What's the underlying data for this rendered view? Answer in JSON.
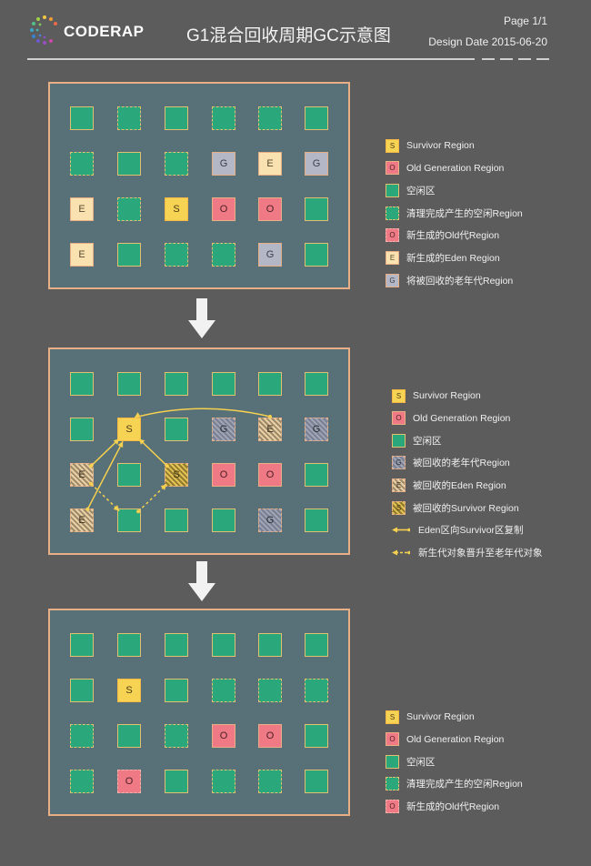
{
  "header": {
    "logo_text": "CODERAP",
    "title": "G1混合回收周期GC示意图",
    "page": "Page 1/1",
    "design_date": "Design Date 2015-06-20"
  },
  "colors": {
    "background": "#5c5c5c",
    "panel": "#587077",
    "panel_border": "#e8ae86",
    "free_region": "#2aa77b",
    "survivor": "#f7d354",
    "old": "#ef7a86",
    "eden": "#f9e2b0",
    "to_collect_old": "#b3b7c6",
    "arrow": "#f6d14f"
  },
  "diagrams": [
    {
      "name": "before",
      "grid": [
        [
          {
            "t": "green",
            "l": ""
          },
          {
            "t": "free",
            "l": ""
          },
          {
            "t": "green",
            "l": ""
          },
          {
            "t": "free",
            "l": ""
          },
          {
            "t": "free",
            "l": ""
          },
          {
            "t": "green",
            "l": ""
          }
        ],
        [
          {
            "t": "free",
            "l": ""
          },
          {
            "t": "green",
            "l": ""
          },
          {
            "t": "free",
            "l": ""
          },
          {
            "t": "g",
            "l": "G"
          },
          {
            "t": "e",
            "l": "E"
          },
          {
            "t": "g",
            "l": "G"
          }
        ],
        [
          {
            "t": "e",
            "l": "E"
          },
          {
            "t": "free",
            "l": ""
          },
          {
            "t": "s",
            "l": "S"
          },
          {
            "t": "o",
            "l": "O"
          },
          {
            "t": "o",
            "l": "O"
          },
          {
            "t": "green",
            "l": ""
          }
        ],
        [
          {
            "t": "e",
            "l": "E"
          },
          {
            "t": "green",
            "l": ""
          },
          {
            "t": "free",
            "l": ""
          },
          {
            "t": "free",
            "l": ""
          },
          {
            "t": "g",
            "l": "G"
          },
          {
            "t": "green",
            "l": ""
          }
        ]
      ],
      "legend": [
        {
          "type": "s",
          "letter": "S",
          "label": "Survivor Region"
        },
        {
          "type": "o",
          "letter": "O",
          "label": "Old Generation Region"
        },
        {
          "type": "green",
          "letter": "",
          "label": "空闲区"
        },
        {
          "type": "free",
          "letter": "",
          "label": "清理完成产生的空闲Region"
        },
        {
          "type": "o-new",
          "letter": "O",
          "label": "新生成的Old代Region"
        },
        {
          "type": "e",
          "letter": "E",
          "label": "新生成的Eden Region"
        },
        {
          "type": "g",
          "letter": "G",
          "label": "将被回收的老年代Region"
        }
      ]
    },
    {
      "name": "during",
      "grid": [
        [
          {
            "t": "green",
            "l": ""
          },
          {
            "t": "green",
            "l": ""
          },
          {
            "t": "green",
            "l": ""
          },
          {
            "t": "green",
            "l": ""
          },
          {
            "t": "green",
            "l": ""
          },
          {
            "t": "green",
            "l": ""
          }
        ],
        [
          {
            "t": "green",
            "l": ""
          },
          {
            "t": "s",
            "l": "S"
          },
          {
            "t": "green",
            "l": ""
          },
          {
            "t": "hatch-g",
            "l": "G"
          },
          {
            "t": "hatch-e",
            "l": "E"
          },
          {
            "t": "hatch-g",
            "l": "G"
          }
        ],
        [
          {
            "t": "hatch-e",
            "l": "E"
          },
          {
            "t": "green",
            "l": ""
          },
          {
            "t": "hatch-s",
            "l": "S"
          },
          {
            "t": "o",
            "l": "O"
          },
          {
            "t": "o",
            "l": "O"
          },
          {
            "t": "green",
            "l": ""
          }
        ],
        [
          {
            "t": "hatch-e",
            "l": "E"
          },
          {
            "t": "green",
            "l": ""
          },
          {
            "t": "green",
            "l": ""
          },
          {
            "t": "green",
            "l": ""
          },
          {
            "t": "hatch-g",
            "l": "G"
          },
          {
            "t": "green",
            "l": ""
          }
        ]
      ],
      "legend": [
        {
          "type": "s",
          "letter": "S",
          "label": "Survivor Region"
        },
        {
          "type": "o",
          "letter": "O",
          "label": "Old Generation Region"
        },
        {
          "type": "green",
          "letter": "",
          "label": "空闲区"
        },
        {
          "type": "hatch-g",
          "letter": "G",
          "label": "被回收的老年代Region"
        },
        {
          "type": "hatch-e",
          "letter": "E",
          "label": "被回收的Eden Region"
        },
        {
          "type": "hatch-s",
          "letter": "S",
          "label": "被回收的Survivor Region"
        },
        {
          "type": "arrow-solid",
          "letter": "",
          "label": "Eden区向Survivor区复制"
        },
        {
          "type": "arrow-dashed",
          "letter": "",
          "label": "新生代对象晋升至老年代对象"
        }
      ]
    },
    {
      "name": "after",
      "grid": [
        [
          {
            "t": "green",
            "l": ""
          },
          {
            "t": "green",
            "l": ""
          },
          {
            "t": "green",
            "l": ""
          },
          {
            "t": "green",
            "l": ""
          },
          {
            "t": "green",
            "l": ""
          },
          {
            "t": "green",
            "l": ""
          }
        ],
        [
          {
            "t": "green",
            "l": ""
          },
          {
            "t": "s",
            "l": "S"
          },
          {
            "t": "green",
            "l": ""
          },
          {
            "t": "free",
            "l": ""
          },
          {
            "t": "free",
            "l": ""
          },
          {
            "t": "free",
            "l": ""
          }
        ],
        [
          {
            "t": "free",
            "l": ""
          },
          {
            "t": "green",
            "l": ""
          },
          {
            "t": "free",
            "l": ""
          },
          {
            "t": "o",
            "l": "O"
          },
          {
            "t": "o",
            "l": "O"
          },
          {
            "t": "green",
            "l": ""
          }
        ],
        [
          {
            "t": "free",
            "l": ""
          },
          {
            "t": "o-new",
            "l": "O"
          },
          {
            "t": "green",
            "l": ""
          },
          {
            "t": "free",
            "l": ""
          },
          {
            "t": "free",
            "l": ""
          },
          {
            "t": "green",
            "l": ""
          }
        ]
      ],
      "legend": [
        {
          "type": "s",
          "letter": "S",
          "label": "Survivor Region"
        },
        {
          "type": "o",
          "letter": "O",
          "label": "Old Generation Region"
        },
        {
          "type": "green",
          "letter": "",
          "label": "空闲区"
        },
        {
          "type": "free",
          "letter": "",
          "label": "清理完成产生的空闲Region"
        },
        {
          "type": "o-new",
          "letter": "O",
          "label": "新生成的Old代Region"
        }
      ]
    }
  ],
  "copy_arrows": [
    {
      "style": "solid",
      "from": [
        2,
        0
      ],
      "to": [
        1,
        1
      ]
    },
    {
      "style": "solid",
      "from": [
        3,
        0
      ],
      "to": [
        1,
        1
      ]
    },
    {
      "style": "solid",
      "from": [
        2,
        2
      ],
      "to": [
        1,
        1
      ]
    },
    {
      "style": "solid",
      "from": [
        1,
        4
      ],
      "to": [
        1,
        1
      ]
    },
    {
      "style": "dashed",
      "from": [
        2,
        0
      ],
      "to": [
        3,
        1
      ]
    },
    {
      "style": "dashed",
      "from": [
        3,
        1
      ],
      "to": [
        2,
        2
      ]
    }
  ]
}
